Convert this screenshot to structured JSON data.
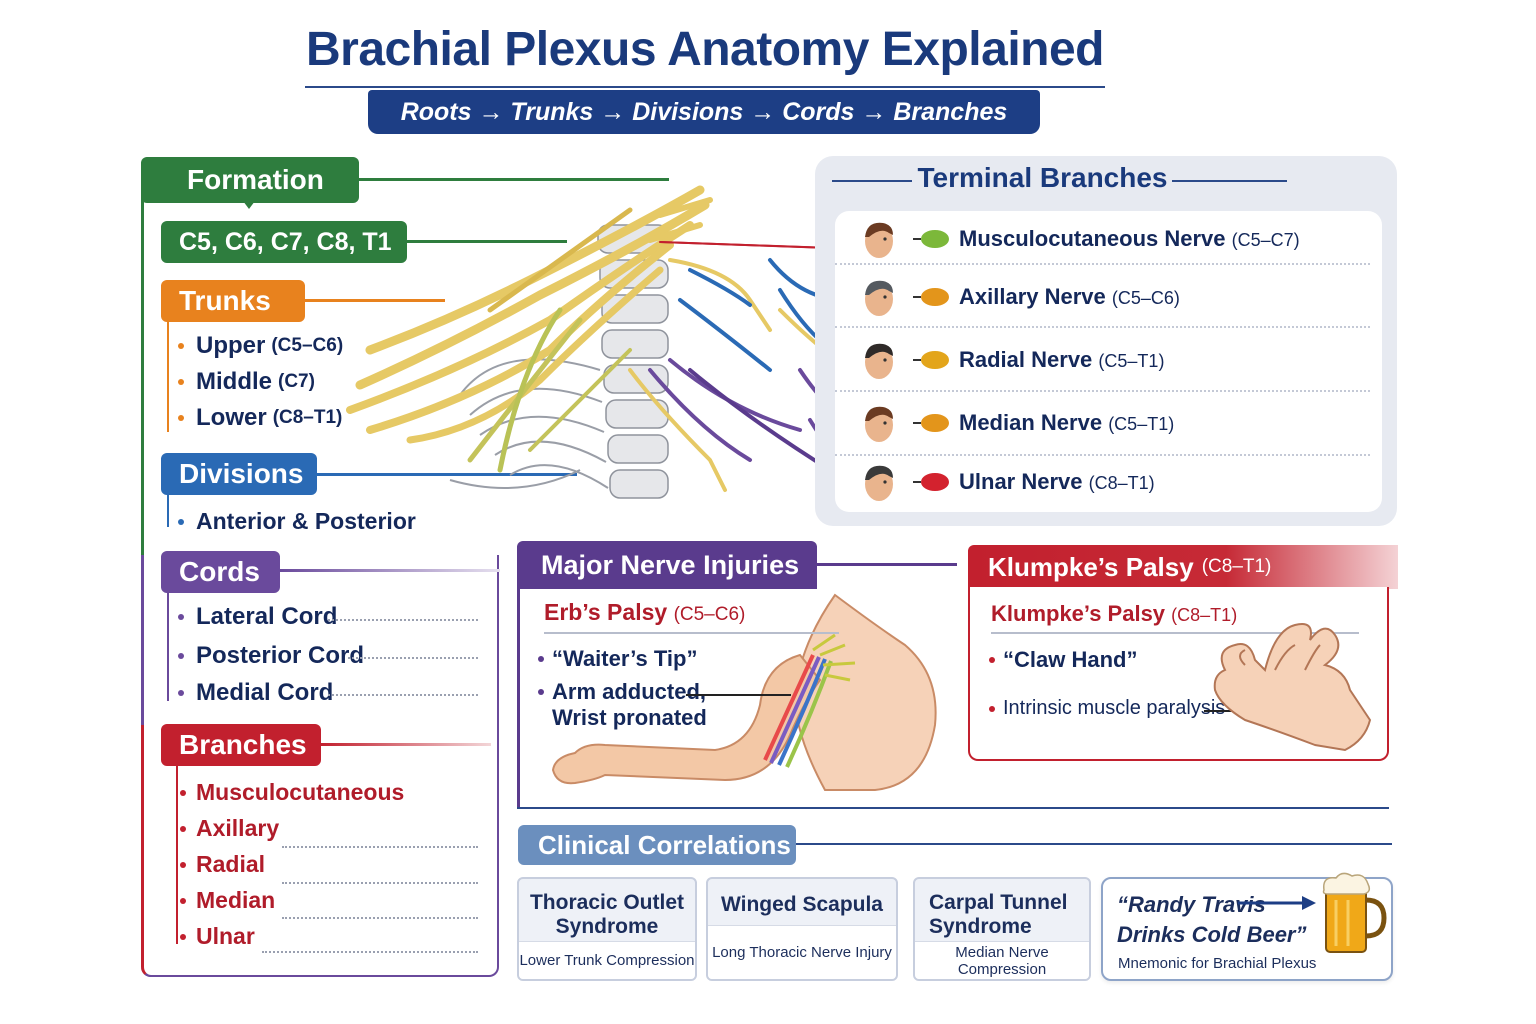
{
  "header": {
    "title": "Brachial Plexus Anatomy Explained",
    "subtitle": "Roots → Trunks → Divisions → Cords → Branches"
  },
  "left": {
    "formation": {
      "label": "Formation",
      "roots": "C5, C6, C7, C8, T1"
    },
    "trunks": {
      "label": "Trunks",
      "items": [
        {
          "name": "Upper",
          "range": "(C5–C6)"
        },
        {
          "name": "Middle",
          "range": "(C7)"
        },
        {
          "name": "Lower",
          "range": "(C8–T1)"
        }
      ]
    },
    "divisions": {
      "label": "Divisions",
      "items": [
        "Anterior & Posterior"
      ]
    },
    "cords": {
      "label": "Cords",
      "items": [
        "Lateral Cord",
        "Posterior Cord",
        "Medial Cord"
      ]
    },
    "branches": {
      "label": "Branches",
      "items": [
        "Musculocutaneous",
        "Axillary",
        "Radial",
        "Median",
        "Ulnar"
      ]
    }
  },
  "terminal_branches": {
    "title": "Terminal Branches",
    "items": [
      {
        "name": "Musculocutaneous Nerve",
        "range": "(C5–C7)",
        "muscle_color": "#7cb83a"
      },
      {
        "name": "Axillary Nerve",
        "range": "(C5–C6)",
        "muscle_color": "#e3951b"
      },
      {
        "name": "Radial Nerve",
        "range": "(C5–T1)",
        "muscle_color": "#e3a51b"
      },
      {
        "name": "Median Nerve",
        "range": "(C5–T1)",
        "muscle_color": "#e3951b"
      },
      {
        "name": "Ulnar Nerve",
        "range": "(C8–T1)",
        "muscle_color": "#d3222e"
      }
    ]
  },
  "injuries": {
    "title": "Major Nerve Injuries",
    "erb": {
      "name": "Erb’s Palsy",
      "range": "(C5–C6)",
      "bullets": [
        "“Waiter’s Tip”",
        "Arm adducted,",
        "Wrist pronated"
      ]
    },
    "klumpke": {
      "header_name": "Klumpke’s Palsy",
      "header_range": "(C8–T1)",
      "name": "Klumpke’s Palsy",
      "range": "(C8–T1)",
      "bullets": [
        "“Claw Hand”",
        "Intrinsic muscle paralysis"
      ]
    }
  },
  "clinical": {
    "title": "Clinical Correlations",
    "cards": [
      {
        "title_1": "Thoracic Outlet",
        "title_2": "Syndrome",
        "sub": "Lower Trunk Compression"
      },
      {
        "title_1": "Winged Scapula",
        "title_2": "",
        "sub": "Long Thoracic Nerve Injury"
      },
      {
        "title_1": "Carpal Tunnel",
        "title_2": "Syndrome",
        "sub": "Median Nerve Compression"
      }
    ],
    "mnemonic": {
      "line_1": "“Randy Travis",
      "line_2": "Drinks Cold Beer”",
      "sub": "Mnemonic for Brachial Plexus"
    }
  },
  "colors": {
    "navy": "#1a3a7c",
    "formation": "#2e7d3e",
    "trunks": "#e8821e",
    "divisions": "#2a6ab5",
    "cords": "#6a4a9c",
    "branches": "#c2202e",
    "injuries": "#5a3b8d",
    "clinical": "#6b8fbe",
    "nerve": "#e8cf6a"
  }
}
